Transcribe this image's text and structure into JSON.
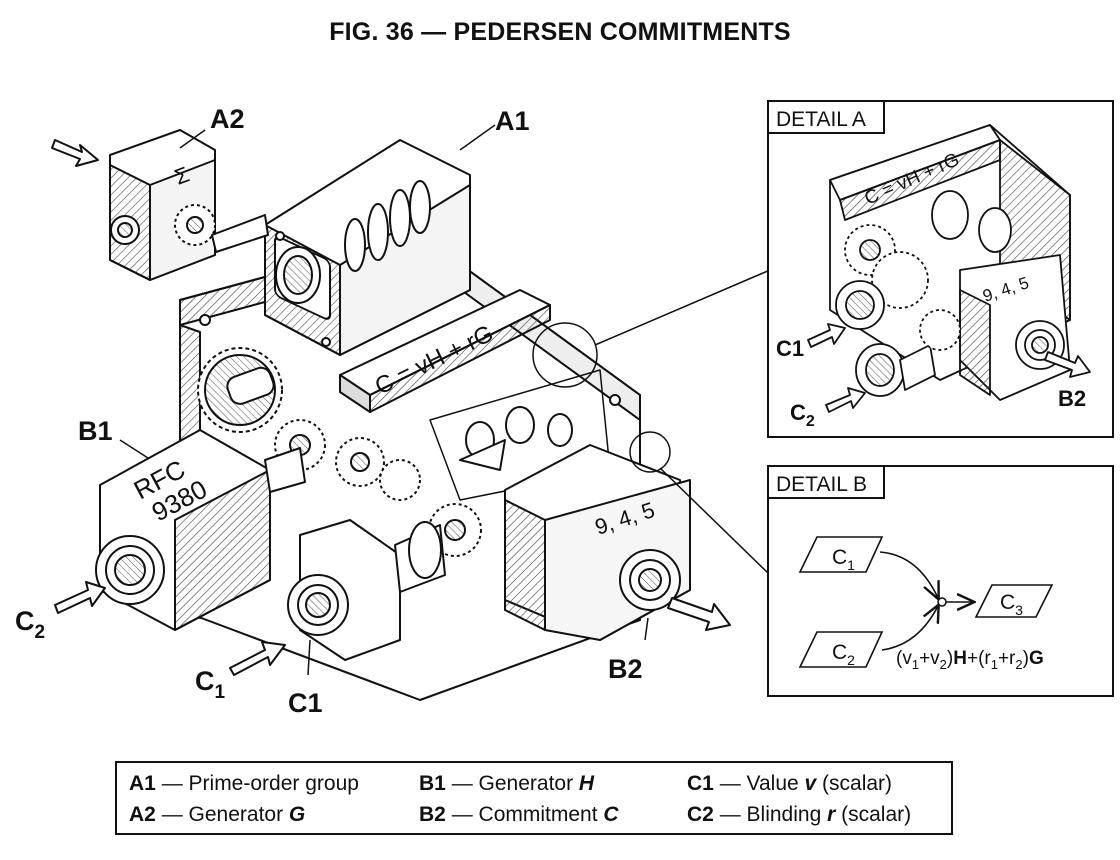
{
  "figure": {
    "title": "FIG. 36 — PEDERSEN COMMITMENTS"
  },
  "callouts": {
    "a1": "A1",
    "a2": "A2",
    "b1": "B1",
    "b2": "B2",
    "c1": "C1",
    "c1_arrow": "C",
    "c1_arrow_sub": "1",
    "c2_arrow": "C",
    "c2_arrow_sub": "2"
  },
  "parts": {
    "a2_cube_glyph": "Σ",
    "a1_plate_text": "C = vH + rG",
    "b1_cube_line1": "RFC",
    "b1_cube_line2": "9380",
    "b2_cube_text": "9, 4, 5"
  },
  "detail_a": {
    "title": "DETAIL A",
    "plate_text": "C = vH + rG",
    "cube_text": "9, 4, 5",
    "c1": "C1",
    "c2": "C",
    "c2_sub": "2",
    "b2": "B2"
  },
  "detail_b": {
    "title": "DETAIL B",
    "in1": "C",
    "in1_sub": "1",
    "in2": "C",
    "in2_sub": "2",
    "out": "C",
    "out_sub": "3",
    "formula_open": "(v",
    "formula_s1": "1",
    "formula_plus1": "+v",
    "formula_s2": "2",
    "formula_close1": ")",
    "formula_h": "H",
    "formula_plus2": "+(r",
    "formula_s3": "1",
    "formula_plus3": "+r",
    "formula_s4": "2",
    "formula_close2": ")",
    "formula_g": "G"
  },
  "legend": [
    {
      "key": "A1",
      "text": " — Prime-order group",
      "var": "",
      "tail": ""
    },
    {
      "key": "A2",
      "text": " — Generator ",
      "var": "G",
      "tail": ""
    },
    {
      "key": "B1",
      "text": " — Generator ",
      "var": "H",
      "tail": ""
    },
    {
      "key": "B2",
      "text": " — Commitment ",
      "var": "C",
      "tail": ""
    },
    {
      "key": "C1",
      "text": " — Value ",
      "var": "v",
      "tail": " (scalar)"
    },
    {
      "key": "C2",
      "text": " — Blinding ",
      "var": "r",
      "tail": " (scalar)"
    }
  ]
}
